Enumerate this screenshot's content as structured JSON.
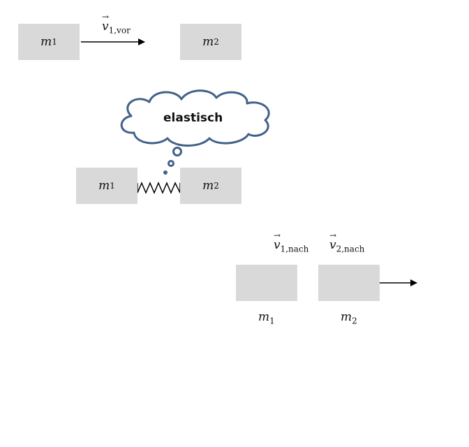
{
  "before": {
    "mass1": {
      "symbol": "m",
      "index": "1"
    },
    "mass2": {
      "symbol": "m",
      "index": "2"
    },
    "velocity": {
      "symbol": "v",
      "index": "1,vor"
    }
  },
  "during": {
    "cloud_label": "elastisch",
    "mass1": {
      "symbol": "m",
      "index": "1"
    },
    "mass2": {
      "symbol": "m",
      "index": "2"
    }
  },
  "after": {
    "velocity1": {
      "symbol": "v",
      "index": "1,nach"
    },
    "velocity2": {
      "symbol": "v",
      "index": "2,nach"
    },
    "mass1": {
      "symbol": "m",
      "index": "1"
    },
    "mass2": {
      "symbol": "m",
      "index": "2"
    }
  },
  "colors": {
    "cloud_stroke": "#41618a",
    "mass_fill": "#d9d9d9",
    "arrow": "#000000"
  }
}
